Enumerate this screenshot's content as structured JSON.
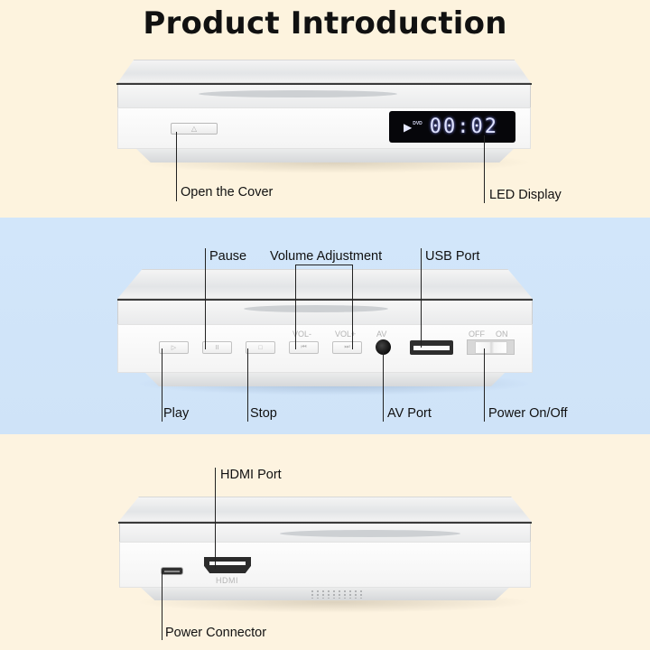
{
  "title": "Product Introduction",
  "colors": {
    "top_band": "#fdf3de",
    "middle_band": "#d2e6fa",
    "bottom_band": "#fdf3e0",
    "led_background": "#06060a",
    "led_digits": "#dfe3ff"
  },
  "front_view": {
    "labels": {
      "open_cover": "Open the Cover",
      "led_display": "LED Display"
    },
    "eject_icon": "eject-icon",
    "led": {
      "play_symbol": "▶",
      "mode": "DVD",
      "time": "00:02"
    }
  },
  "side_view": {
    "labels": {
      "pause": "Pause",
      "volume": "Volume Adjustment",
      "usb": "USB Port",
      "play": "Play",
      "stop": "Stop",
      "av_port": "AV Port",
      "power": "Power On/Off"
    },
    "buttons": [
      {
        "name": "play",
        "icon": "▷",
        "caption": ""
      },
      {
        "name": "pause",
        "icon": "II",
        "caption": ""
      },
      {
        "name": "stop",
        "icon": "□",
        "caption": ""
      },
      {
        "name": "vol-down-prev",
        "icon": "⏮",
        "caption": "VOL-"
      },
      {
        "name": "vol-up-next",
        "icon": "⏭",
        "caption": "VOL+"
      }
    ],
    "av_caption": "AV",
    "switch": {
      "off": "OFF",
      "on": "ON"
    }
  },
  "rear_view": {
    "labels": {
      "hdmi": "HDMI Port",
      "power_connector": "Power Connector"
    },
    "hdmi_caption": "HDMI"
  }
}
